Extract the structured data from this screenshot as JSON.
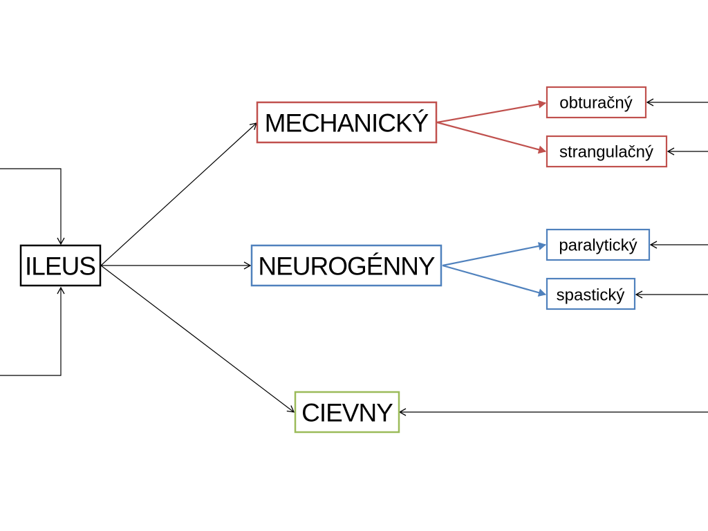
{
  "colors": {
    "mechanical": "#c0504d",
    "neurogenic": "#4f81bd",
    "vascular": "#9bbb59",
    "neutral": "#000000"
  },
  "nodes": {
    "root": {
      "label": "ILEUS"
    },
    "mechanical": {
      "label": "MECHANICKÝ"
    },
    "neurogenic": {
      "label": "NEUROGÉNNY"
    },
    "vascular": {
      "label": "CIEVNY"
    },
    "obturacny": {
      "label": "obturačný"
    },
    "strangulacny": {
      "label": "strangulačný"
    },
    "paralyticky": {
      "label": "paralytický"
    },
    "spasticky": {
      "label": "spastický"
    }
  }
}
